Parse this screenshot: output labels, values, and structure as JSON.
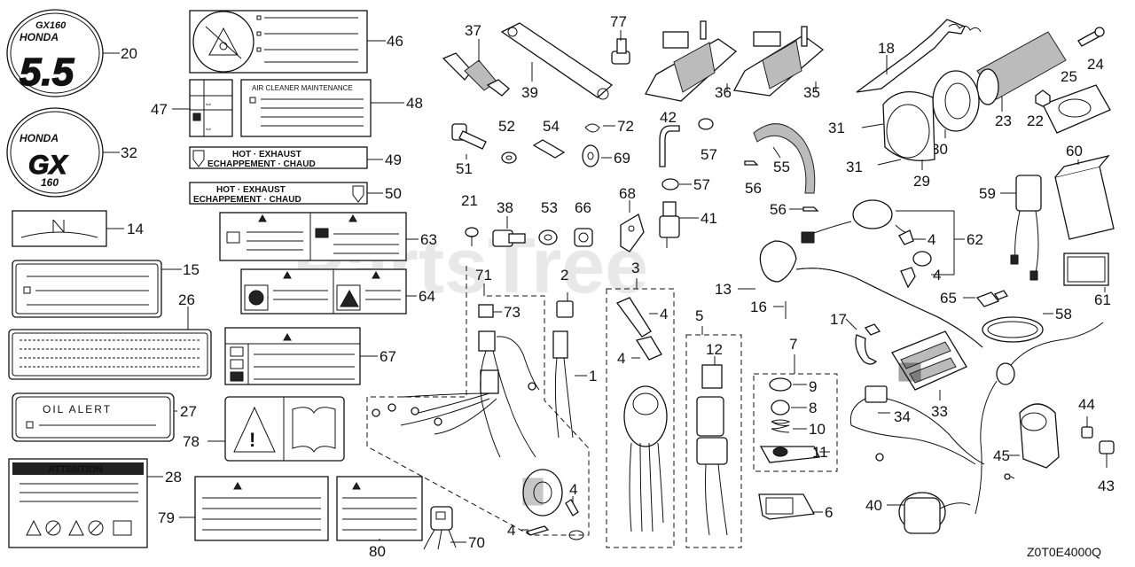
{
  "watermark": "PartsTree",
  "diagram_code": "Z0T0E4000Q",
  "labels": {
    "gx160_top": "GX160",
    "honda_top": "HONDA",
    "hp": "5.5",
    "honda_gx": "HONDA",
    "gx": "GX",
    "gx_160": "160",
    "air_cleaner": "AIR CLEANER MAINTENANCE",
    "hot_exhaust_49a": "HOT · EXHAUST",
    "hot_exhaust_49b": "ECHAPPEMENT · CHAUD",
    "hot_exhaust_50a": "HOT · EXHAUST",
    "hot_exhaust_50b": "ECHAPPEMENT · CHAUD",
    "oil_alert": "OIL ALERT",
    "attention": "ATTENTION"
  },
  "callouts": [
    "20",
    "32",
    "14",
    "15",
    "26",
    "27",
    "28",
    "46",
    "47",
    "48",
    "49",
    "50",
    "63",
    "64",
    "67",
    "78",
    "79",
    "80",
    "70",
    "37",
    "39",
    "77",
    "36",
    "35",
    "18",
    "24",
    "23",
    "25",
    "22",
    "30",
    "31",
    "31",
    "29",
    "51",
    "52",
    "54",
    "72",
    "69",
    "42",
    "57",
    "57",
    "55",
    "56",
    "56",
    "60",
    "59",
    "61",
    "21",
    "38",
    "53",
    "66",
    "68",
    "41",
    "71",
    "73",
    "2",
    "3",
    "4",
    "1",
    "4",
    "5",
    "12",
    "7",
    "9",
    "8",
    "10",
    "11",
    "6",
    "13",
    "16",
    "62",
    "4",
    "4",
    "65",
    "58",
    "17",
    "33",
    "34",
    "44",
    "45",
    "43",
    "40",
    "4"
  ]
}
